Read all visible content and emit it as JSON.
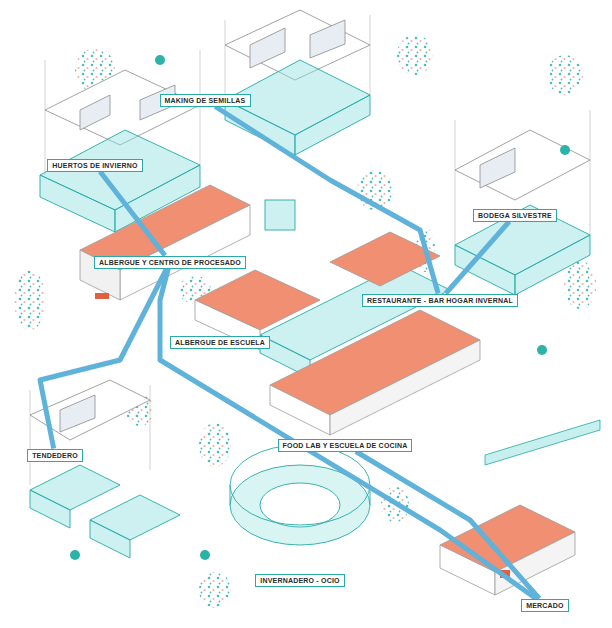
{
  "diagram": {
    "nodes": [
      {
        "text": [
          "HUERTOS DE INVIERNO"
        ]
      },
      {
        "text": [
          "MAKING DE SEMILLAS"
        ]
      },
      {
        "text": [
          "BODEGA SILVESTRE"
        ]
      },
      {
        "text": [
          "ALBERGUE Y CENTRO DE PROCESADO"
        ]
      },
      {
        "text": [
          "ALBERGUE DE ESCUELA"
        ]
      },
      {
        "text": [
          "RESTAURANTE - BAR HOGAR INVERNAL"
        ]
      },
      {
        "text": [
          "FOOD LAB Y ESCUELA DE COCINA"
        ]
      },
      {
        "text": [
          "TENDEDERO"
        ]
      },
      {
        "text": [
          "INVERNADERO - OCIO"
        ]
      },
      {
        "text": [
          "MERCADO"
        ]
      }
    ],
    "edges": [
      {
        "from": 0,
        "to": 3,
        "arrow": "none"
      },
      {
        "from": 3,
        "to": 7,
        "arrow": "none"
      },
      {
        "from": 3,
        "to": 9,
        "arrow": "none"
      },
      {
        "from": 1,
        "to": 5,
        "arrow": "none"
      },
      {
        "from": 2,
        "to": 5,
        "arrow": "none"
      },
      {
        "from": 6,
        "to": 9,
        "arrow": "none"
      }
    ]
  }
}
